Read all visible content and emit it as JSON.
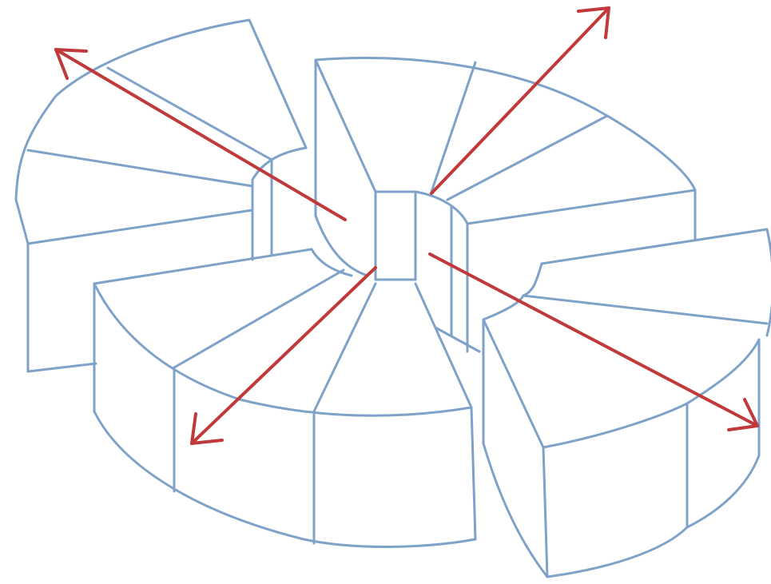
{
  "diagram": {
    "colors": {
      "segment_outline": "#7fa2c8",
      "arrow": "#c0393b",
      "background": "#ffffff"
    },
    "segments": [
      {
        "name": "segment-upper-left"
      },
      {
        "name": "segment-back-center"
      },
      {
        "name": "segment-right"
      },
      {
        "name": "segment-front"
      },
      {
        "name": "segment-right-front"
      }
    ],
    "arrows": [
      {
        "direction": "upper-left"
      },
      {
        "direction": "upper-right"
      },
      {
        "direction": "lower-left"
      },
      {
        "direction": "lower-right"
      }
    ]
  }
}
